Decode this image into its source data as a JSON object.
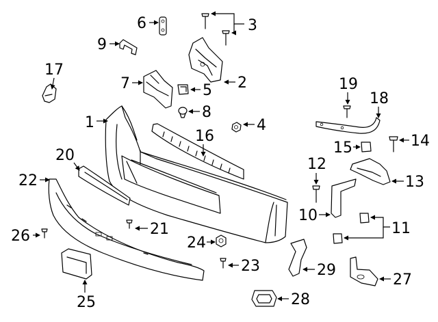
{
  "diagram": {
    "background": "#ffffff",
    "ink": "#000000",
    "callouts": [
      {
        "id": "1",
        "text": "1"
      },
      {
        "id": "2",
        "text": "2"
      },
      {
        "id": "3",
        "text": "3"
      },
      {
        "id": "4",
        "text": "4"
      },
      {
        "id": "5",
        "text": "5"
      },
      {
        "id": "6",
        "text": "6"
      },
      {
        "id": "7",
        "text": "7"
      },
      {
        "id": "8",
        "text": "8"
      },
      {
        "id": "9",
        "text": "9"
      },
      {
        "id": "10",
        "text": "10"
      },
      {
        "id": "11",
        "text": "11"
      },
      {
        "id": "12",
        "text": "12"
      },
      {
        "id": "13",
        "text": "13"
      },
      {
        "id": "14",
        "text": "14"
      },
      {
        "id": "15",
        "text": "15"
      },
      {
        "id": "16",
        "text": "16"
      },
      {
        "id": "17",
        "text": "17"
      },
      {
        "id": "18",
        "text": "18"
      },
      {
        "id": "19",
        "text": "19"
      },
      {
        "id": "20",
        "text": "20"
      },
      {
        "id": "21",
        "text": "21"
      },
      {
        "id": "22",
        "text": "22"
      },
      {
        "id": "23",
        "text": "23"
      },
      {
        "id": "24",
        "text": "24"
      },
      {
        "id": "25",
        "text": "25"
      },
      {
        "id": "26",
        "text": "26"
      },
      {
        "id": "27",
        "text": "27"
      },
      {
        "id": "28",
        "text": "28"
      },
      {
        "id": "29",
        "text": "29"
      }
    ]
  }
}
